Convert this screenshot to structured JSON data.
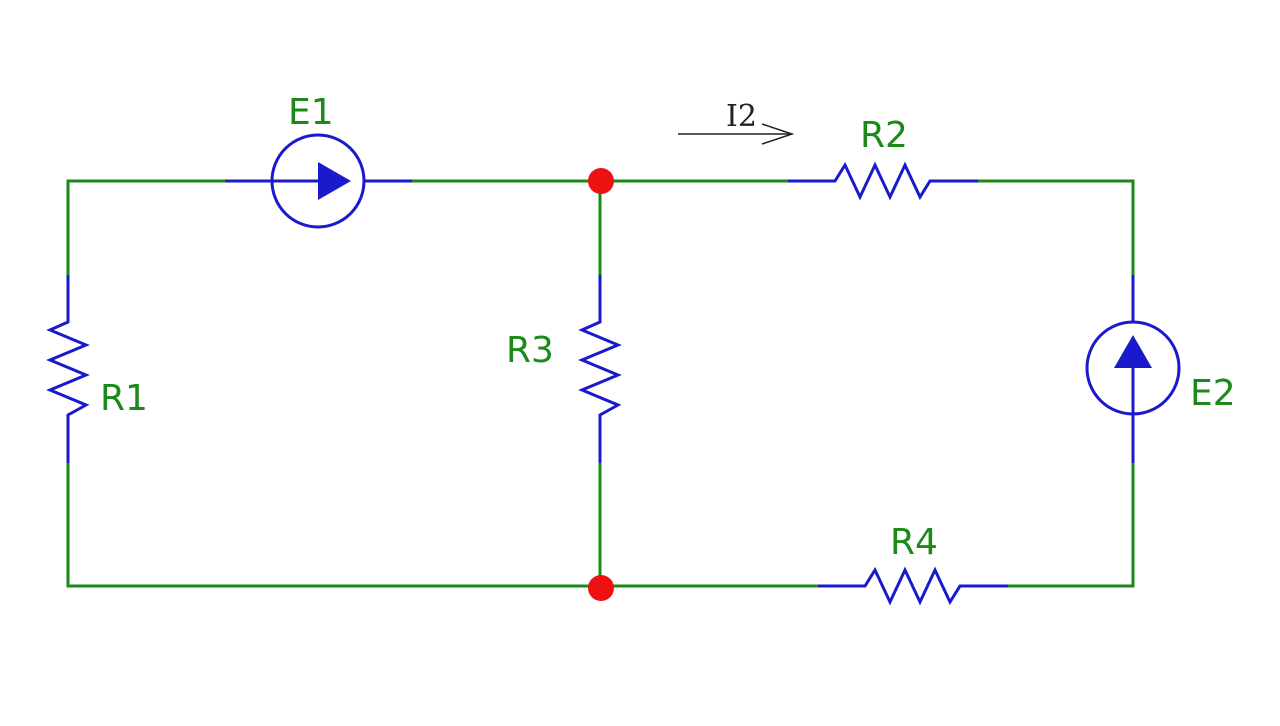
{
  "diagram": {
    "colors": {
      "wire": "#1b8a1b",
      "component": "#1a1acc",
      "label": "#1b8a1b",
      "node": "#ee1111",
      "current_arrow": "#222222"
    },
    "labels": {
      "e1": "E1",
      "e2": "E2",
      "r1": "R1",
      "r2": "R2",
      "r3": "R3",
      "r4": "R4",
      "i2": "I2"
    },
    "components": [
      {
        "id": "e1",
        "kind": "current-source",
        "direction": "right"
      },
      {
        "id": "e2",
        "kind": "current-source",
        "direction": "up"
      },
      {
        "id": "r1",
        "kind": "resistor",
        "orientation": "vertical"
      },
      {
        "id": "r2",
        "kind": "resistor",
        "orientation": "horizontal"
      },
      {
        "id": "r3",
        "kind": "resistor",
        "orientation": "vertical"
      },
      {
        "id": "r4",
        "kind": "resistor",
        "orientation": "horizontal"
      }
    ],
    "nodes": [
      "top-junction",
      "bottom-junction"
    ],
    "current_arrows": [
      {
        "label": "i2",
        "direction": "right"
      }
    ]
  }
}
